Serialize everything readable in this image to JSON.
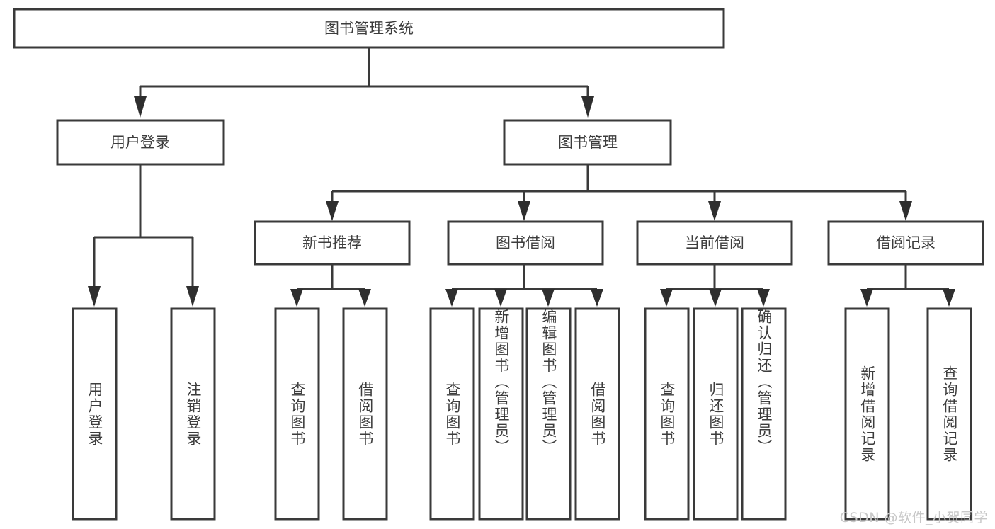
{
  "diagram": {
    "type": "tree",
    "title": "图书管理系统",
    "orientation": "top-down",
    "colors": {
      "box_fill": "#ffffff",
      "box_stroke": "#3a3a3a",
      "text": "#3d3d3d",
      "background": "#ffffff",
      "watermark": "#c8c8c8"
    },
    "root": {
      "label": "图书管理系统"
    },
    "level1": [
      {
        "label": "用户登录"
      },
      {
        "label": "图书管理"
      }
    ],
    "level2": [
      {
        "label": "新书推荐"
      },
      {
        "label": "图书借阅"
      },
      {
        "label": "当前借阅"
      },
      {
        "label": "借阅记录"
      }
    ],
    "leaves": {
      "user_login": [
        {
          "label": "用户登录"
        },
        {
          "label": "注销登录"
        }
      ],
      "new_book_recommend": [
        {
          "label": "查询图书"
        },
        {
          "label": "借阅图书"
        }
      ],
      "book_borrow": [
        {
          "label": "查询图书"
        },
        {
          "label": "新增图书（管理员）"
        },
        {
          "label": "编辑图书（管理员）"
        },
        {
          "label": "借阅图书"
        }
      ],
      "current_borrow": [
        {
          "label": "查询图书"
        },
        {
          "label": "归还图书"
        },
        {
          "label": "确认归还（管理员）"
        }
      ],
      "borrow_record": [
        {
          "label": "新增借阅记录"
        },
        {
          "label": "查询借阅记录"
        }
      ]
    }
  },
  "watermark": {
    "text": "CSDN @软件_小贺同学"
  }
}
